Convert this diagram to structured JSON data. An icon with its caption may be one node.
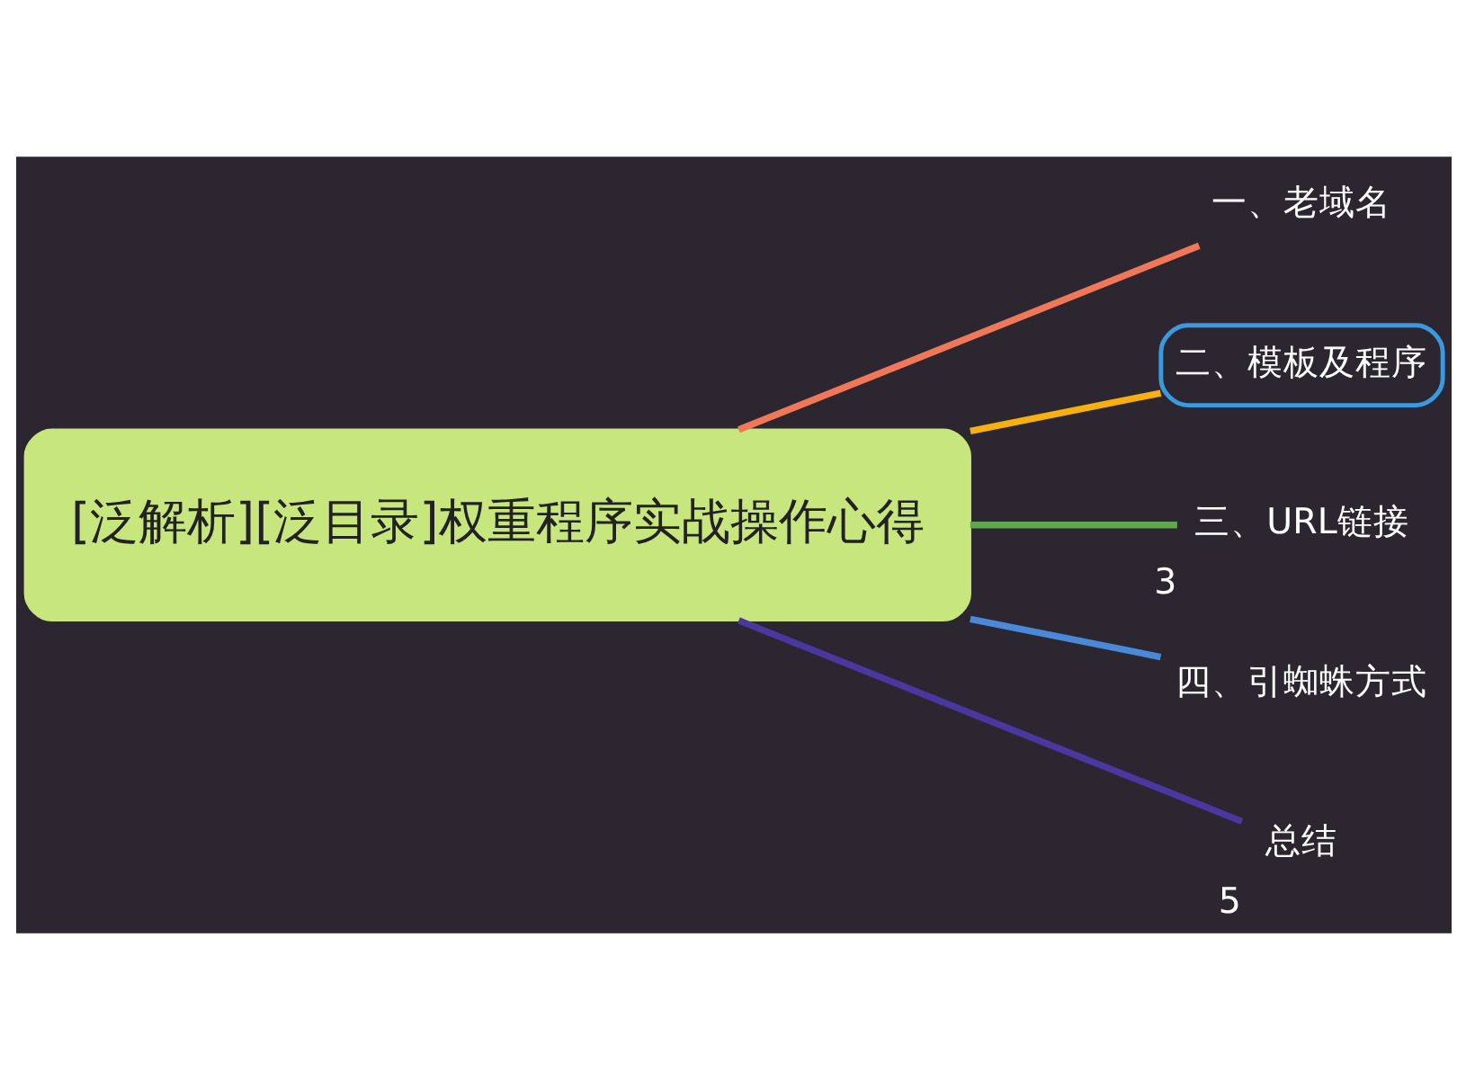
{
  "diagram": {
    "nodes": [
      {
        "text": [
          "[泛解析][泛目录]权重程序实战操作心得"
        ]
      },
      {
        "text": [
          "一、老域名"
        ]
      },
      {
        "text": [
          "二、模板及程序"
        ]
      },
      {
        "text": [
          "三、URL链接"
        ],
        "beside": [
          "3"
        ]
      },
      {
        "text": [
          "四、引蜘蛛方式"
        ]
      },
      {
        "text": [
          "总结"
        ],
        "beside": [
          "5"
        ]
      }
    ],
    "edges": [
      {
        "from": 0,
        "to": 1,
        "arrow": "none",
        "color": "#f07858"
      },
      {
        "from": 0,
        "to": 2,
        "arrow": "none",
        "color": "#f8b010"
      },
      {
        "from": 0,
        "to": 3,
        "arrow": "none",
        "color": "#60a850"
      },
      {
        "from": 0,
        "to": 4,
        "arrow": "none",
        "color": "#4a88d8"
      },
      {
        "from": 0,
        "to": 5,
        "arrow": "none",
        "color": "#4a38a0"
      }
    ]
  }
}
